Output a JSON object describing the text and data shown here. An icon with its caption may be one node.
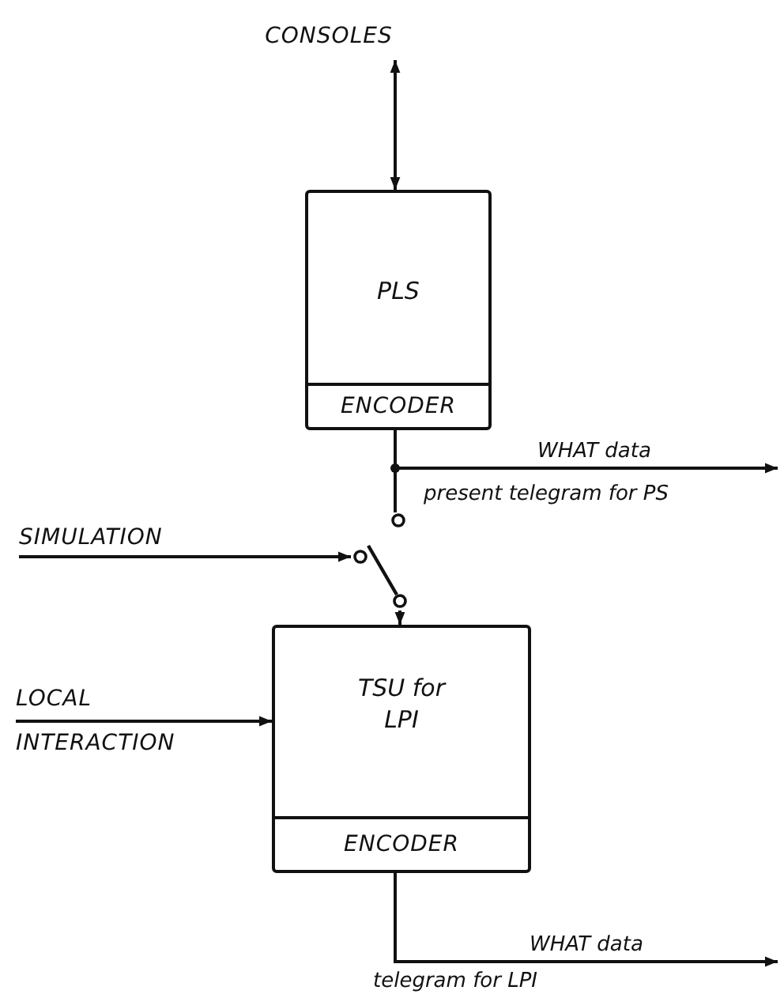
{
  "diagram": {
    "nodes": [
      {
        "text": [
          "CONSOLES"
        ]
      },
      {
        "text": [
          "PLS"
        ]
      },
      {
        "text": [
          "ENCODER"
        ],
        "in": 1
      },
      {
        "text": [
          "TSU for LPI"
        ]
      },
      {
        "text": [
          "ENCODER"
        ],
        "in": 3
      },
      {
        "text": [
          "SIMULATION"
        ]
      },
      {
        "text": [
          "LOCAL INTERACTION"
        ]
      },
      {
        "text": [],
        "shape": "switch"
      }
    ],
    "edges": [
      {
        "from": 0,
        "to": 1,
        "arrow": "both"
      },
      {
        "from": 2,
        "to": null,
        "arrow": "to",
        "label": "WHAT data"
      },
      {
        "from": 2,
        "to": 7,
        "arrow": "none"
      },
      {
        "from": 5,
        "to": 7,
        "arrow": "to"
      },
      {
        "from": 7,
        "to": 3,
        "arrow": "to"
      },
      {
        "from": 6,
        "to": 3,
        "arrow": "to"
      },
      {
        "from": 4,
        "to": null,
        "arrow": "to",
        "label": "WHAT data"
      }
    ],
    "labels": [
      "present telegram for PS",
      "telegram for LPI"
    ]
  }
}
